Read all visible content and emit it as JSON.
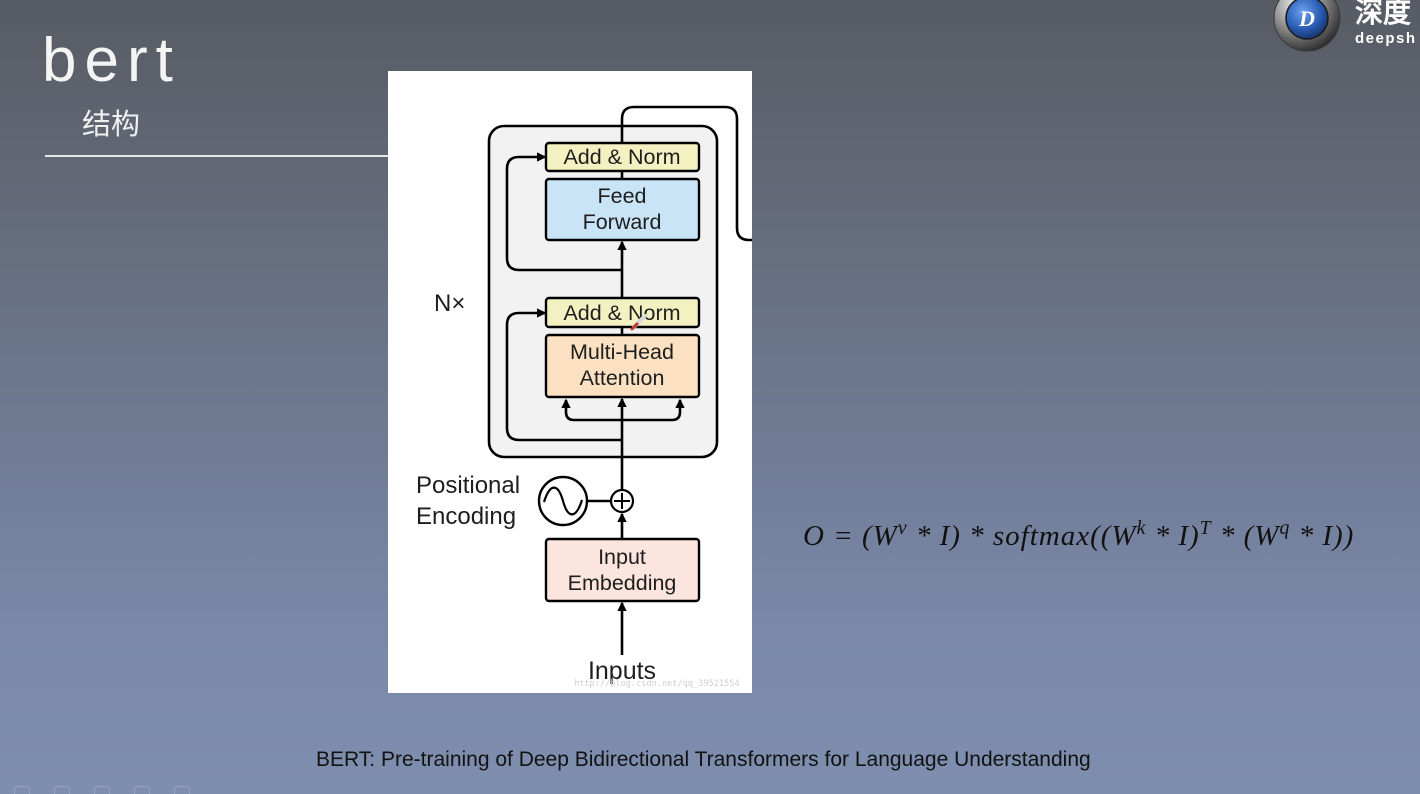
{
  "slide": {
    "title": "bert",
    "subtitle": "结构",
    "caption": "BERT: Pre-training of Deep Bidirectional Transformers for Language Understanding"
  },
  "logo": {
    "mark": "D",
    "cn": "深度",
    "en": "deepsh",
    "icon": "deepshare-logo-icon"
  },
  "diagram": {
    "add_norm_top": "Add & Norm",
    "feed_forward": [
      "Feed",
      "Forward"
    ],
    "add_norm_bottom": "Add & Norm",
    "multi_head_attention": [
      "Multi-Head",
      "Attention"
    ],
    "repeat_label": "N×",
    "positional_encoding": [
      "Positional",
      "Encoding"
    ],
    "input_embedding": [
      "Input",
      "Embedding"
    ],
    "inputs": "Inputs",
    "watermark": "http://blog.csdn.net/qq_39521554",
    "colors": {
      "block": "#f2f2f2",
      "add_norm": "#f3f1c2",
      "feed_forward": "#c9e4f6",
      "attention": "#fbe1c2",
      "embedding": "#fbe5de",
      "line": "#000000"
    }
  },
  "formula": {
    "p1": "O = (W",
    "s1": "v",
    "p2": " * I) * softmax((W",
    "s2": "k",
    "p3": " * I)",
    "s3": "T",
    "p4": " * (W",
    "s4": "q",
    "p5": " * I))"
  },
  "presenter_toolbar": [
    "slides-icon",
    "pen-icon",
    "zoom-icon",
    "pointer-icon",
    "more-icon"
  ]
}
